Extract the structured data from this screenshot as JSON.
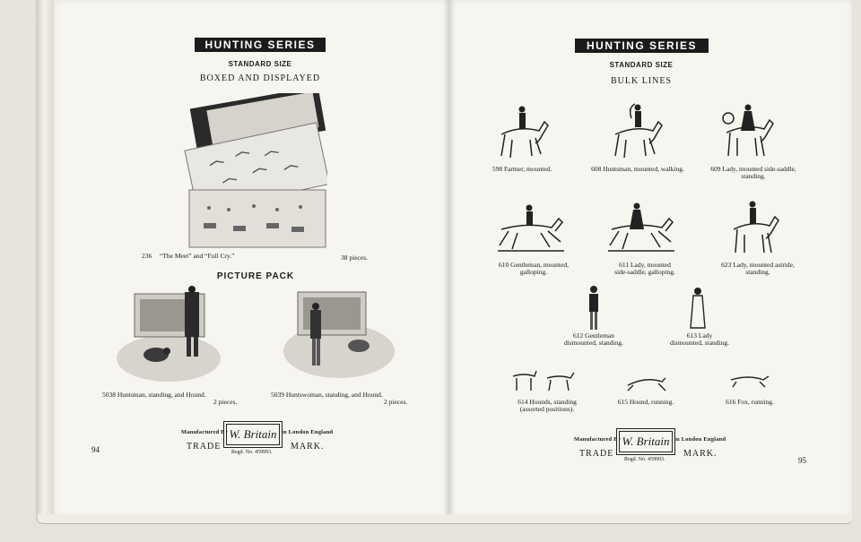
{
  "left": {
    "banner": "HUNTING SERIES",
    "size": "STANDARD SIZE",
    "heading1": "BOXED AND DISPLAYED",
    "item236_num": "236",
    "item236_name": "“The Meet” and “Full Cry.”",
    "item236_pieces": "38 pieces.",
    "heading2": "PICTURE PACK",
    "item5038_line1": "5038 Huntsman, standing, and Hound.",
    "item5038_line2": "2 pieces.",
    "item5039_line1": "5039 Huntswoman, standing, and Hound.",
    "item5039_line2": "2 pieces.",
    "page_number": "94",
    "mfr": {
      "top_left": "Manufactured By",
      "logo": "W. Britain",
      "top_right": "in London England",
      "trade": "TRADE",
      "mark": "MARK.",
      "reg": "Regd. No. 459993."
    }
  },
  "right": {
    "banner": "HUNTING SERIES",
    "size": "STANDARD SIZE",
    "heading": "BULK LINES",
    "items": [
      {
        "line1": "598 Farmer, mounted.",
        "line2": ""
      },
      {
        "line1": "608 Huntsman, mounted, walking.",
        "line2": ""
      },
      {
        "line1": "609 Lady, mounted side-saddle,",
        "line2": "standing."
      },
      {
        "line1": "610 Gentleman, mounted,",
        "line2": "galloping."
      },
      {
        "line1": "611 Lady, mounted",
        "line2": "side-saddle, galloping."
      },
      {
        "line1": "623 Lady, mounted astride,",
        "line2": "standing."
      },
      {
        "line1": "612 Gentleman",
        "line2": "dismounted, standing."
      },
      {
        "line1": "613 Lady",
        "line2": "dismounted, standing."
      },
      {
        "line1": "614 Hounds, standing",
        "line2": "(assorted positions)."
      },
      {
        "line1": "615 Hound, running.",
        "line2": ""
      },
      {
        "line1": "616 Fox, running.",
        "line2": ""
      }
    ],
    "page_number": "95",
    "mfr": {
      "top_left": "Manufactured By",
      "logo": "W. Britain",
      "top_right": "in London England",
      "trade": "TRADE",
      "mark": "MARK.",
      "reg": "Regd. No. 459993."
    }
  }
}
